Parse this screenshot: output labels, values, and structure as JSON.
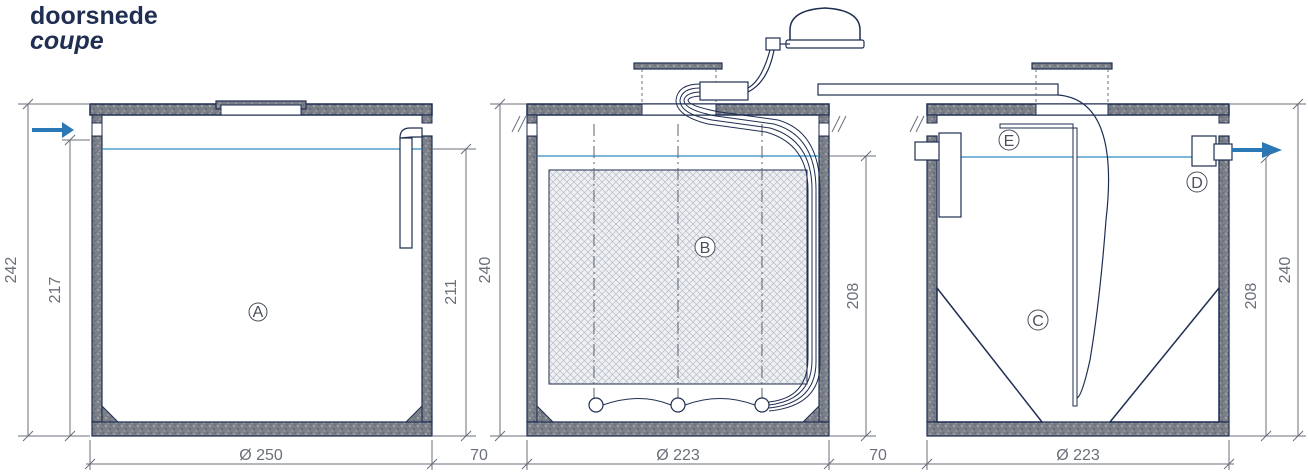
{
  "title": {
    "line1": "doorsnede",
    "line2": "coupe"
  },
  "tanks": [
    {
      "label": "A",
      "width_dim": "Ø 250",
      "dims": [
        "242",
        "217",
        "211"
      ]
    },
    {
      "label": "B",
      "width_dim": "Ø 223",
      "dims": [
        "240",
        "208"
      ]
    },
    {
      "label": "C",
      "width_dim": "Ø 223",
      "dims": [
        "208",
        "240"
      ],
      "extra_labels": [
        "E",
        "D"
      ]
    }
  ],
  "gaps": [
    "70",
    "70"
  ],
  "colors": {
    "concrete": "#6f737c",
    "outline": "#1f2e52",
    "water": "#2d8cc4",
    "arrow": "#2a79b6",
    "dims": "#6a6f7a"
  }
}
